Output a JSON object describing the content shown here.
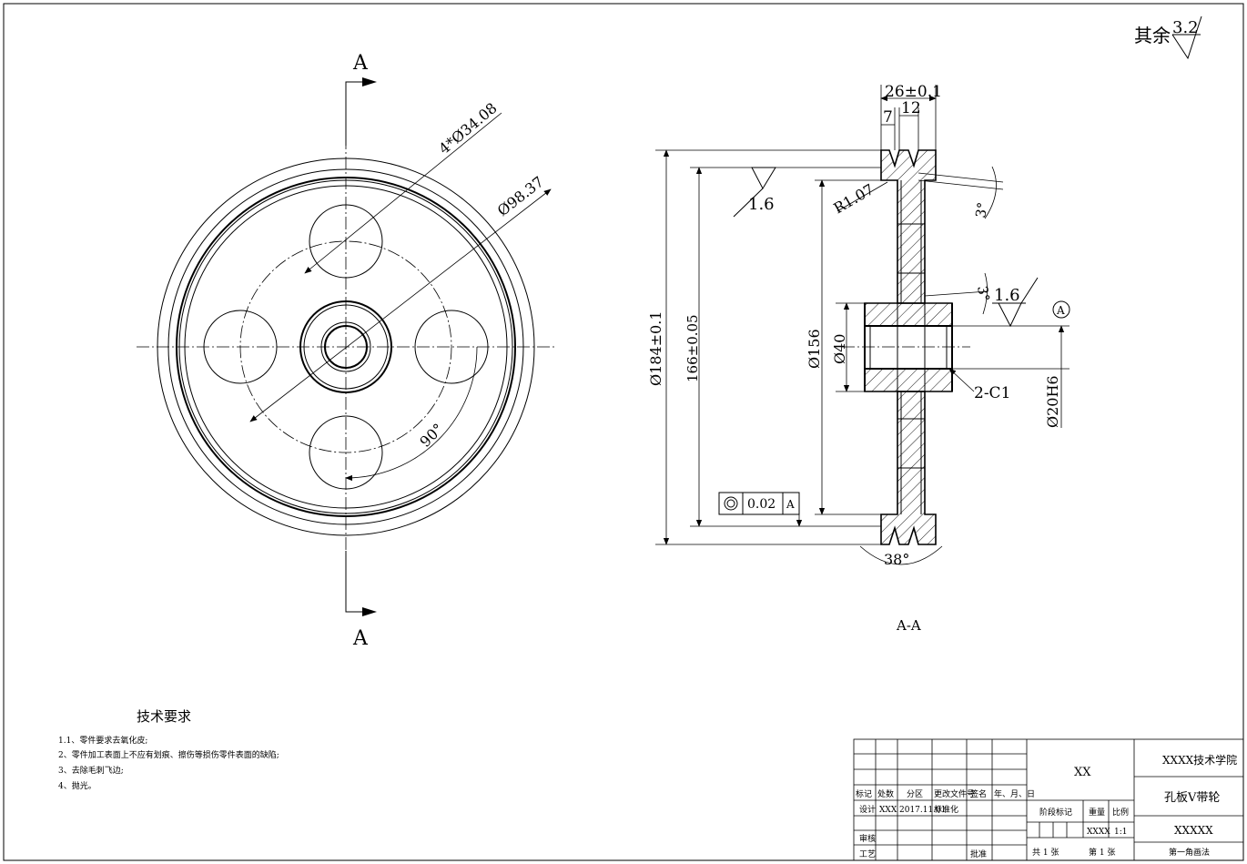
{
  "roughness_other": {
    "prefix": "其余",
    "value": "3.2"
  },
  "section_labels": {
    "top": "A",
    "bottom": "A",
    "view_title": "A-A"
  },
  "front_view": {
    "holes_dim": "4*Ø34.08",
    "pitch_dim": "Ø98.37",
    "angle": "90°"
  },
  "section_view": {
    "width_total": "26±0.1",
    "dim_7": "7",
    "dim_12": "12",
    "outer_dia": "Ø184±0.1",
    "pitch_dia": "166±0.05",
    "dia_156": "Ø156",
    "dia_40": "Ø40",
    "bore": "Ø20H6",
    "radius": "R1.07",
    "angle_3a": "3°",
    "angle_3b": "3°",
    "groove_angle": "38°",
    "roughness_1": "1.6",
    "roughness_2": "1.6",
    "chamfer": "2-C1",
    "datum": "A",
    "tolerance": {
      "value": "0.02",
      "datum": "A"
    }
  },
  "tech_requirements": {
    "title": "技术要求",
    "items": [
      "1.1、零件要求去氧化皮;",
      "2、零件加工表面上不应有划痕、擦伤等损伤零件表面的缺陷;",
      "3、去除毛刺飞边;",
      "4、抛光。"
    ]
  },
  "title_block": {
    "headers": [
      "标记",
      "处数",
      "分区",
      "更改文件号",
      "签名",
      "年、月、日"
    ],
    "design_label": "设计",
    "designer": "XXX",
    "date": "2017.11.01",
    "standardize": "标准化",
    "review": "审核",
    "process": "工艺",
    "approve": "批准",
    "material": "XX",
    "stage": "阶段标记",
    "weight_label": "重量",
    "scale_label": "比例",
    "weight": "XXXX",
    "scale": "1:1",
    "sheets_total": "共 1 张",
    "sheet_no": "第 1 张",
    "school": "XXXX技术学院",
    "part_name": "孔板V带轮",
    "drawing_no": "XXXXX",
    "projection": "第一角画法"
  }
}
